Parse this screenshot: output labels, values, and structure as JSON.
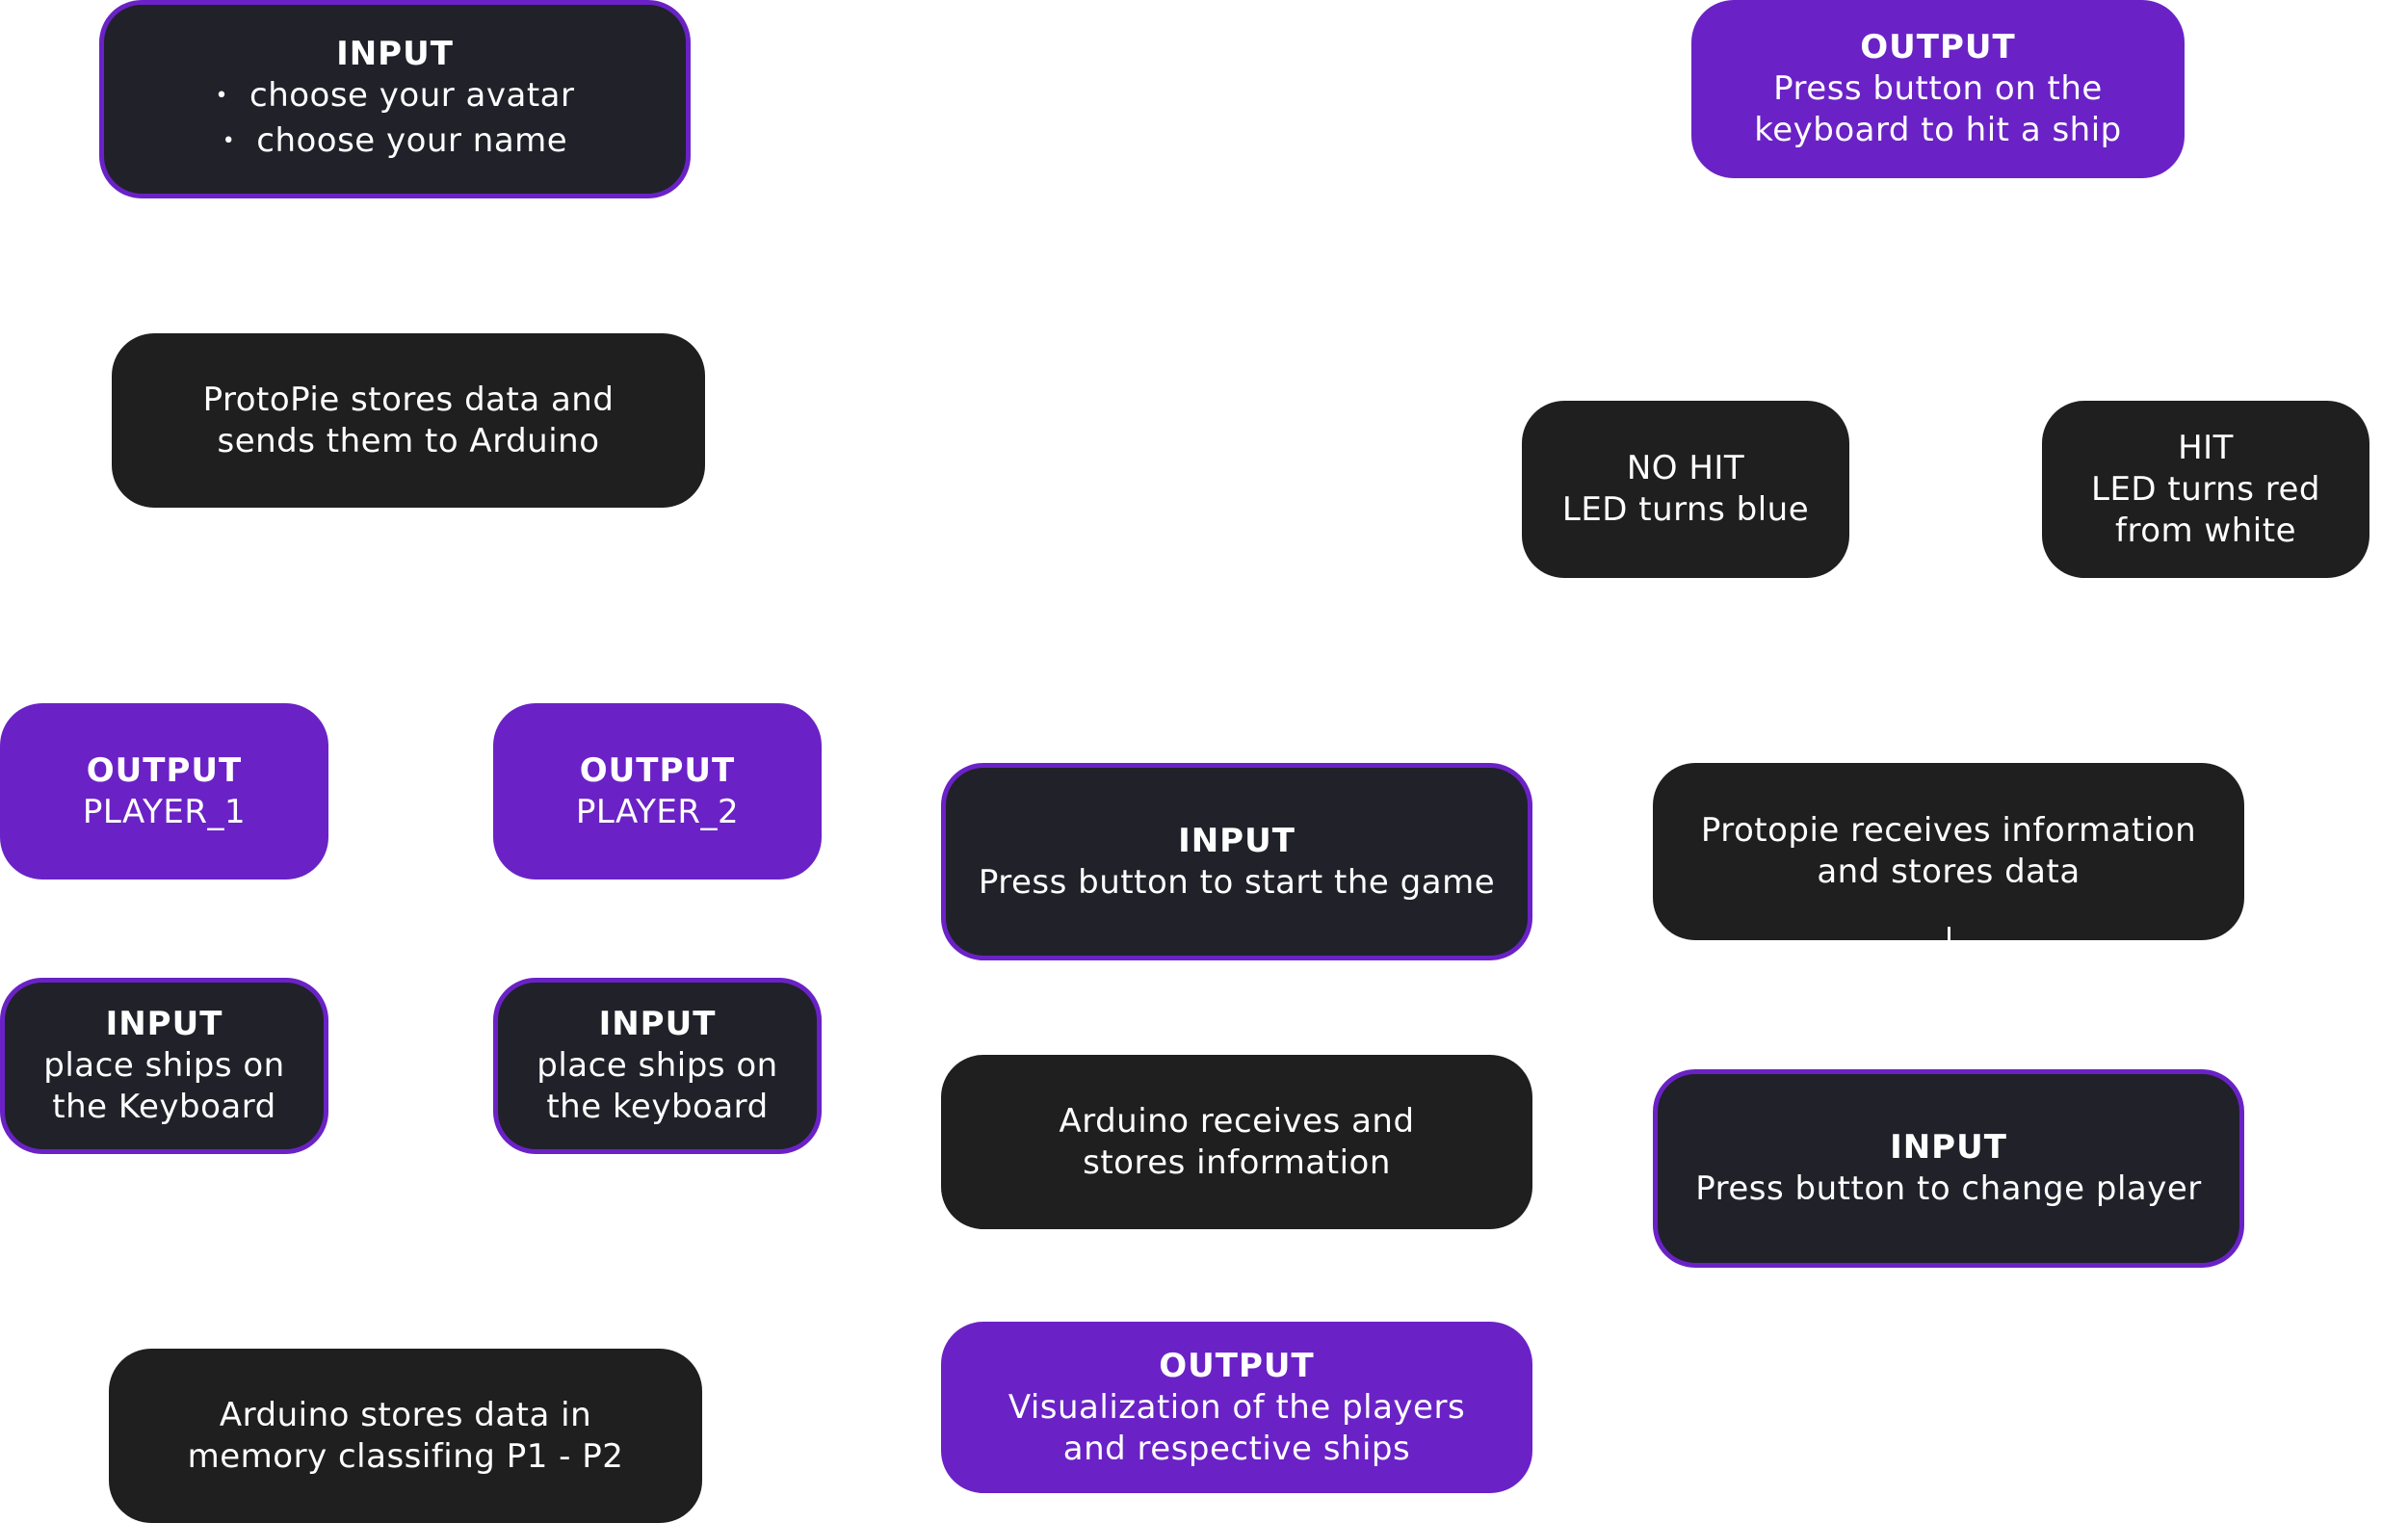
{
  "nodes": {
    "avatar_input": {
      "title": "INPUT",
      "items": [
        "choose your avatar",
        "choose your name"
      ]
    },
    "protopie_sends": {
      "lines": [
        "ProtoPie stores data and",
        "sends them to Arduino"
      ]
    },
    "output_player1": {
      "title": "OUTPUT",
      "lines": [
        "PLAYER_1"
      ]
    },
    "output_player2": {
      "title": "OUTPUT",
      "lines": [
        "PLAYER_2"
      ]
    },
    "input_place_ships_1": {
      "title": "INPUT",
      "lines": [
        "place ships on",
        "the Keyboard"
      ]
    },
    "input_place_ships_2": {
      "title": "INPUT",
      "lines": [
        "place ships on",
        "the keyboard"
      ]
    },
    "arduino_stores_memory": {
      "lines": [
        "Arduino stores data in",
        "memory classifing P1 - P2"
      ]
    },
    "input_start_game": {
      "title": "INPUT",
      "lines": [
        "Press button to start the game"
      ]
    },
    "arduino_receives": {
      "lines": [
        "Arduino receives and",
        "stores information"
      ]
    },
    "output_visualization": {
      "title": "OUTPUT",
      "lines": [
        "Visualization of the players",
        "and respective ships"
      ]
    },
    "output_hit_ship": {
      "title": "OUTPUT",
      "lines": [
        "Press button on the",
        "keyboard to hit a ship"
      ]
    },
    "no_hit": {
      "lines": [
        "NO HIT",
        "LED turns blue"
      ]
    },
    "hit": {
      "lines": [
        "HIT",
        "LED turns red",
        "from white"
      ]
    },
    "protopie_receives": {
      "lines": [
        "Protopie receives information",
        "and stores data"
      ]
    },
    "input_change_player": {
      "title": "INPUT",
      "lines": [
        "Press button to change player"
      ]
    }
  },
  "colors": {
    "dark": "#1f1f1f",
    "dark_outlined": "#21212a",
    "purple": "#6a22c6",
    "text": "#ffffff",
    "background": "#ffffff"
  }
}
